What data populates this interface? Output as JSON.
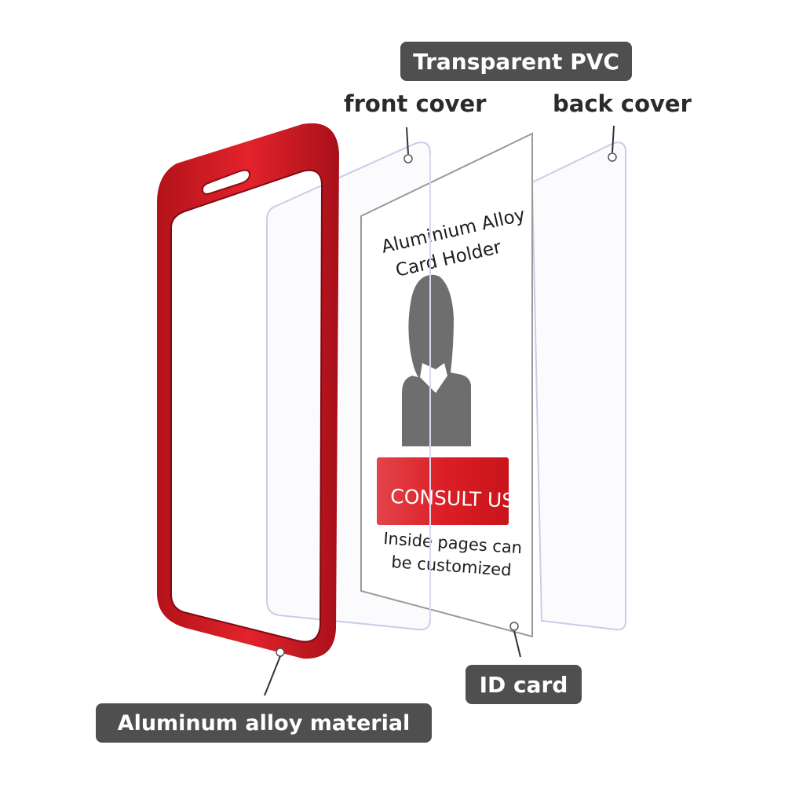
{
  "labels": {
    "transparent_pvc": "Transparent PVC",
    "front_cover": "front cover",
    "back_cover": "back cover",
    "id_card": "ID card",
    "aluminum_alloy_material": "Aluminum alloy material"
  },
  "id_card": {
    "title_line1": "Aluminium Alloy",
    "title_line2": "Card Holder",
    "button_label": "CONSULT US",
    "note_line1": "Inside pages can",
    "note_line2": "be customized"
  },
  "colors": {
    "frame_red": "#d81e24",
    "label_bg": "#4f4f4f",
    "button_red": "#dc1f26",
    "silhouette_gray": "#6e6e6e"
  },
  "icons": {
    "person": "person-silhouette-icon"
  }
}
